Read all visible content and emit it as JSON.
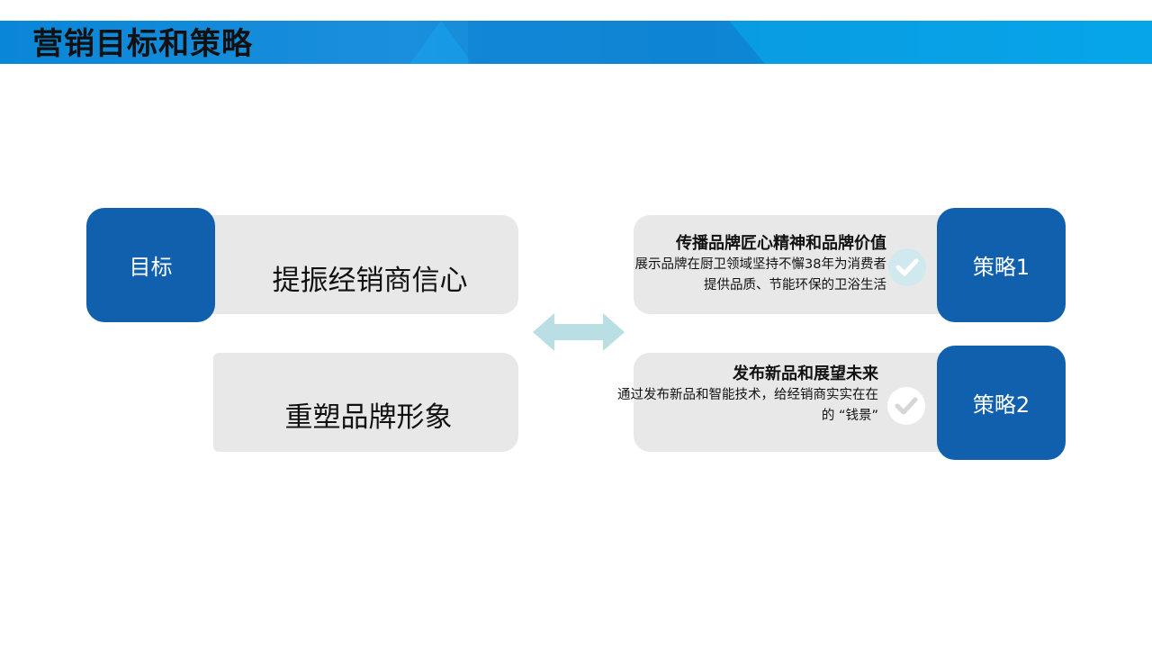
{
  "header": {
    "title": "营销目标和策略",
    "band_color": "#0a86d8"
  },
  "goal": {
    "tab_label": "目标",
    "items": [
      {
        "text": "提振经销商信心"
      },
      {
        "text": "重塑品牌形象"
      }
    ]
  },
  "connector": {
    "icon": "double-arrow-icon",
    "color": "#b9dfe4"
  },
  "strategies": [
    {
      "tab_label": "策略1",
      "heading": "传播品牌匠心精神和品牌价值",
      "body": "展示品牌在厨卫领域坚持不懈38年为消费者提供品质、节能环保的卫浴生活",
      "icon": "check-circle-icon"
    },
    {
      "tab_label": "策略2",
      "heading": "发布新品和展望未来",
      "body": "通过发布新品和智能技术，给经销商实实在在的 “钱景”",
      "icon": "check-circle-icon"
    }
  ],
  "colors": {
    "tab_blue": "#1060ad",
    "card_gray": "#e8e8e8",
    "check_light": "#cfe9ee",
    "check_white": "#ffffff"
  }
}
